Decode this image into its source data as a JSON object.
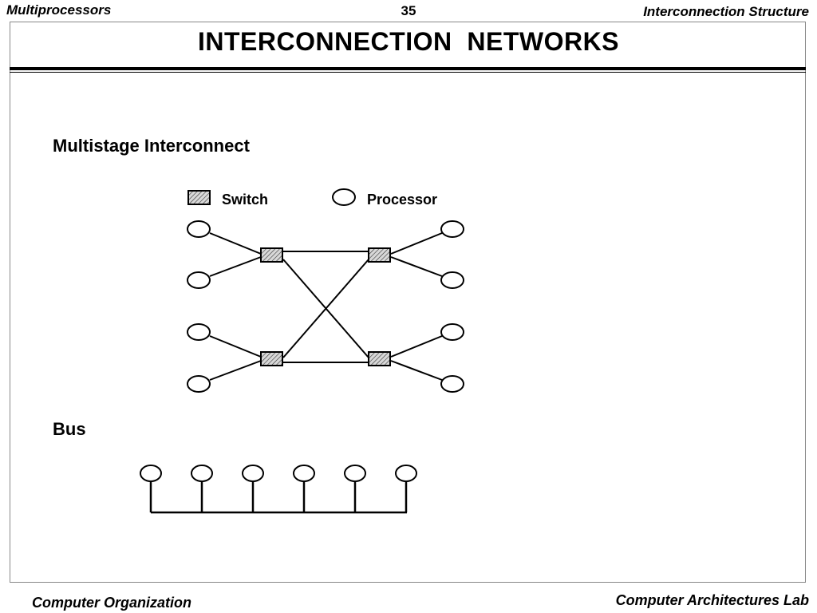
{
  "header": {
    "left": "Multiprocessors",
    "page_number": "35",
    "right": "Interconnection Structure"
  },
  "title": "INTERCONNECTION  NETWORKS",
  "sections": {
    "multistage": "Multistage Interconnect",
    "bus": "Bus"
  },
  "legend": {
    "switch_label": "Switch",
    "processor_label": "Processor"
  },
  "footer": {
    "left": "Computer Organization",
    "right": "Computer Architectures Lab"
  },
  "diagram": {
    "multistage": {
      "left_processors": 4,
      "switches_per_stage": 2,
      "stages": 2,
      "right_processors": 4,
      "interstage_wiring": "straight-and-crossed"
    },
    "bus": {
      "processors": 6
    }
  }
}
